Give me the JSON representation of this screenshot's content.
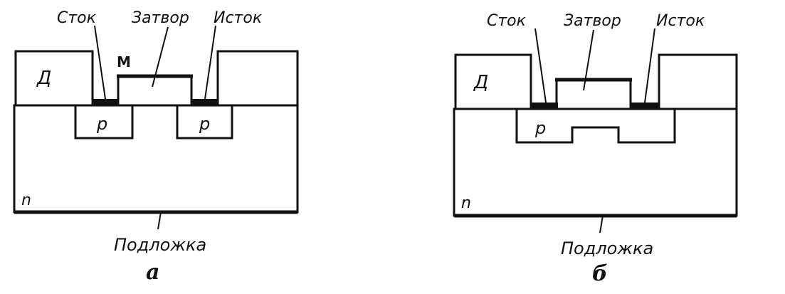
{
  "diagrams": [
    {
      "id": "a",
      "drain_label": "Сток",
      "gate_label": "Затвор",
      "source_label": "Исток",
      "metal_label": "М",
      "dielectric_label": "Д",
      "region_p_left": "p",
      "region_p_right": "p",
      "substrate_type": "n",
      "substrate_label": "Подложка",
      "caption": "а"
    },
    {
      "id": "b",
      "drain_label": "Сток",
      "gate_label": "Затвор",
      "source_label": "Исток",
      "dielectric_label": "Д",
      "region_p": "p",
      "substrate_type": "n",
      "substrate_label": "Подложка",
      "caption": "б"
    }
  ]
}
